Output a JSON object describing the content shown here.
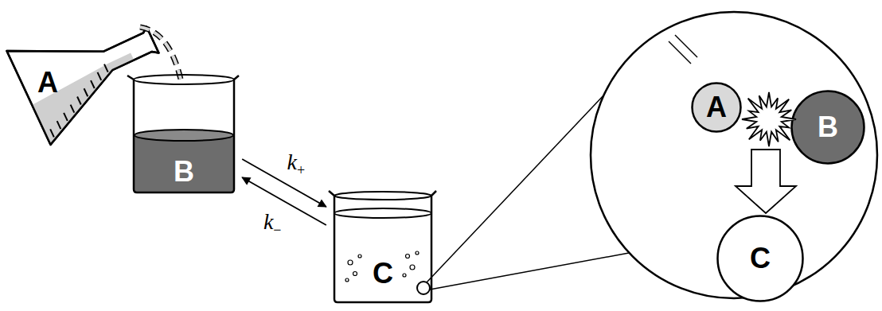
{
  "diagram": {
    "nodes": [
      {
        "text": [
          "A"
        ]
      },
      {
        "text": [
          "B"
        ]
      },
      {
        "text": [
          "C"
        ]
      },
      {
        "text": [
          "A"
        ]
      },
      {
        "text": [
          "B"
        ]
      },
      {
        "text": [
          "C"
        ]
      }
    ],
    "edges": [
      {
        "from": 1,
        "to": 2,
        "arrow": "to",
        "label": "k+"
      },
      {
        "from": 2,
        "to": 1,
        "arrow": "to",
        "label": "k−"
      }
    ]
  }
}
